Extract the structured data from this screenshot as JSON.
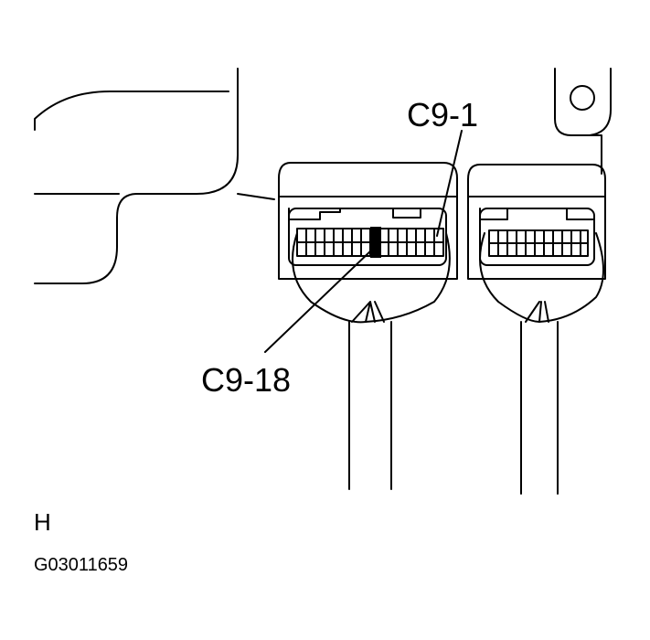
{
  "diagram": {
    "callouts": {
      "c9_1": "C9-1",
      "c9_18": "C9-18"
    },
    "view_letter": "H",
    "figure_id": "G03011659"
  }
}
